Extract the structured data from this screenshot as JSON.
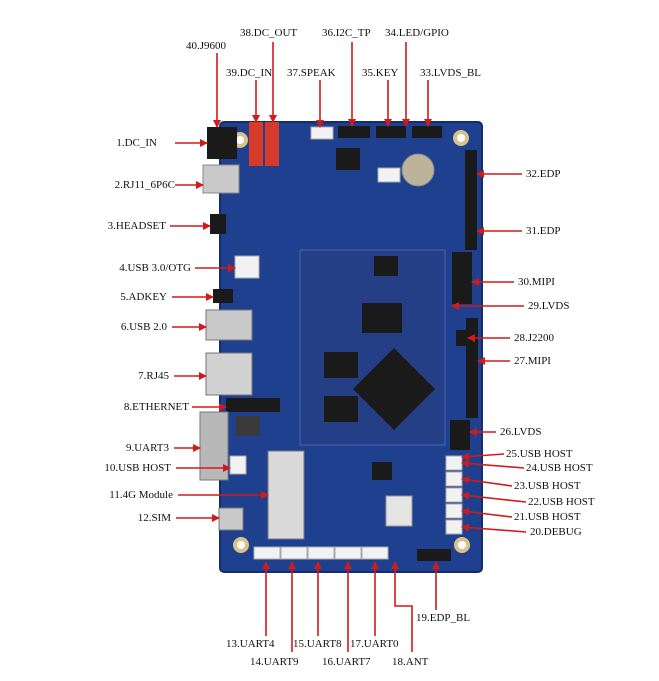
{
  "colors": {
    "board": "#1f3f8f",
    "board_dark": "#142c6a",
    "arrow": "#d21a1a",
    "connector_white": "#f2f2f2",
    "connector_red": "#d63a2a",
    "chip": "#1a1a1a",
    "metal": "#c9c9c9"
  },
  "labels": {
    "l1": "1.DC_IN",
    "l2": "2.RJ11_6P6C",
    "l3": "3.HEADSET",
    "l4": "4.USB 3.0/OTG",
    "l5": "5.ADKEY",
    "l6": "6.USB 2.0",
    "l7": "7.RJ45",
    "l8": "8.ETHERNET",
    "l9": "9.UART3",
    "l10": "10.USB HOST",
    "l11": "11.4G Module",
    "l12": "12.SIM",
    "l13": "13.UART4",
    "l14": "14.UART9",
    "l15": "15.UART8",
    "l16": "16.UART7",
    "l17": "17.UART0",
    "l18": "18.ANT",
    "l19": "19.EDP_BL",
    "l20": "20.DEBUG",
    "l21": "21.USB HOST",
    "l22": "22.USB HOST",
    "l23": "23.USB HOST",
    "l24": "24.USB HOST",
    "l25": "25.USB HOST",
    "l26": "26.LVDS",
    "l27": "27.MIPI",
    "l28": "28.J2200",
    "l29": "29.LVDS",
    "l30": "30.MIPI",
    "l31": "31.EDP",
    "l32": "32.EDP",
    "l33": "33.LVDS_BL",
    "l34": "34.LED/GPIO",
    "l35": "35.KEY",
    "l36": "36.I2C_TP",
    "l37": "37.SPEAK",
    "l38": "38.DC_OUT",
    "l39": "39.DC_IN",
    "l40": "40.J9600"
  }
}
